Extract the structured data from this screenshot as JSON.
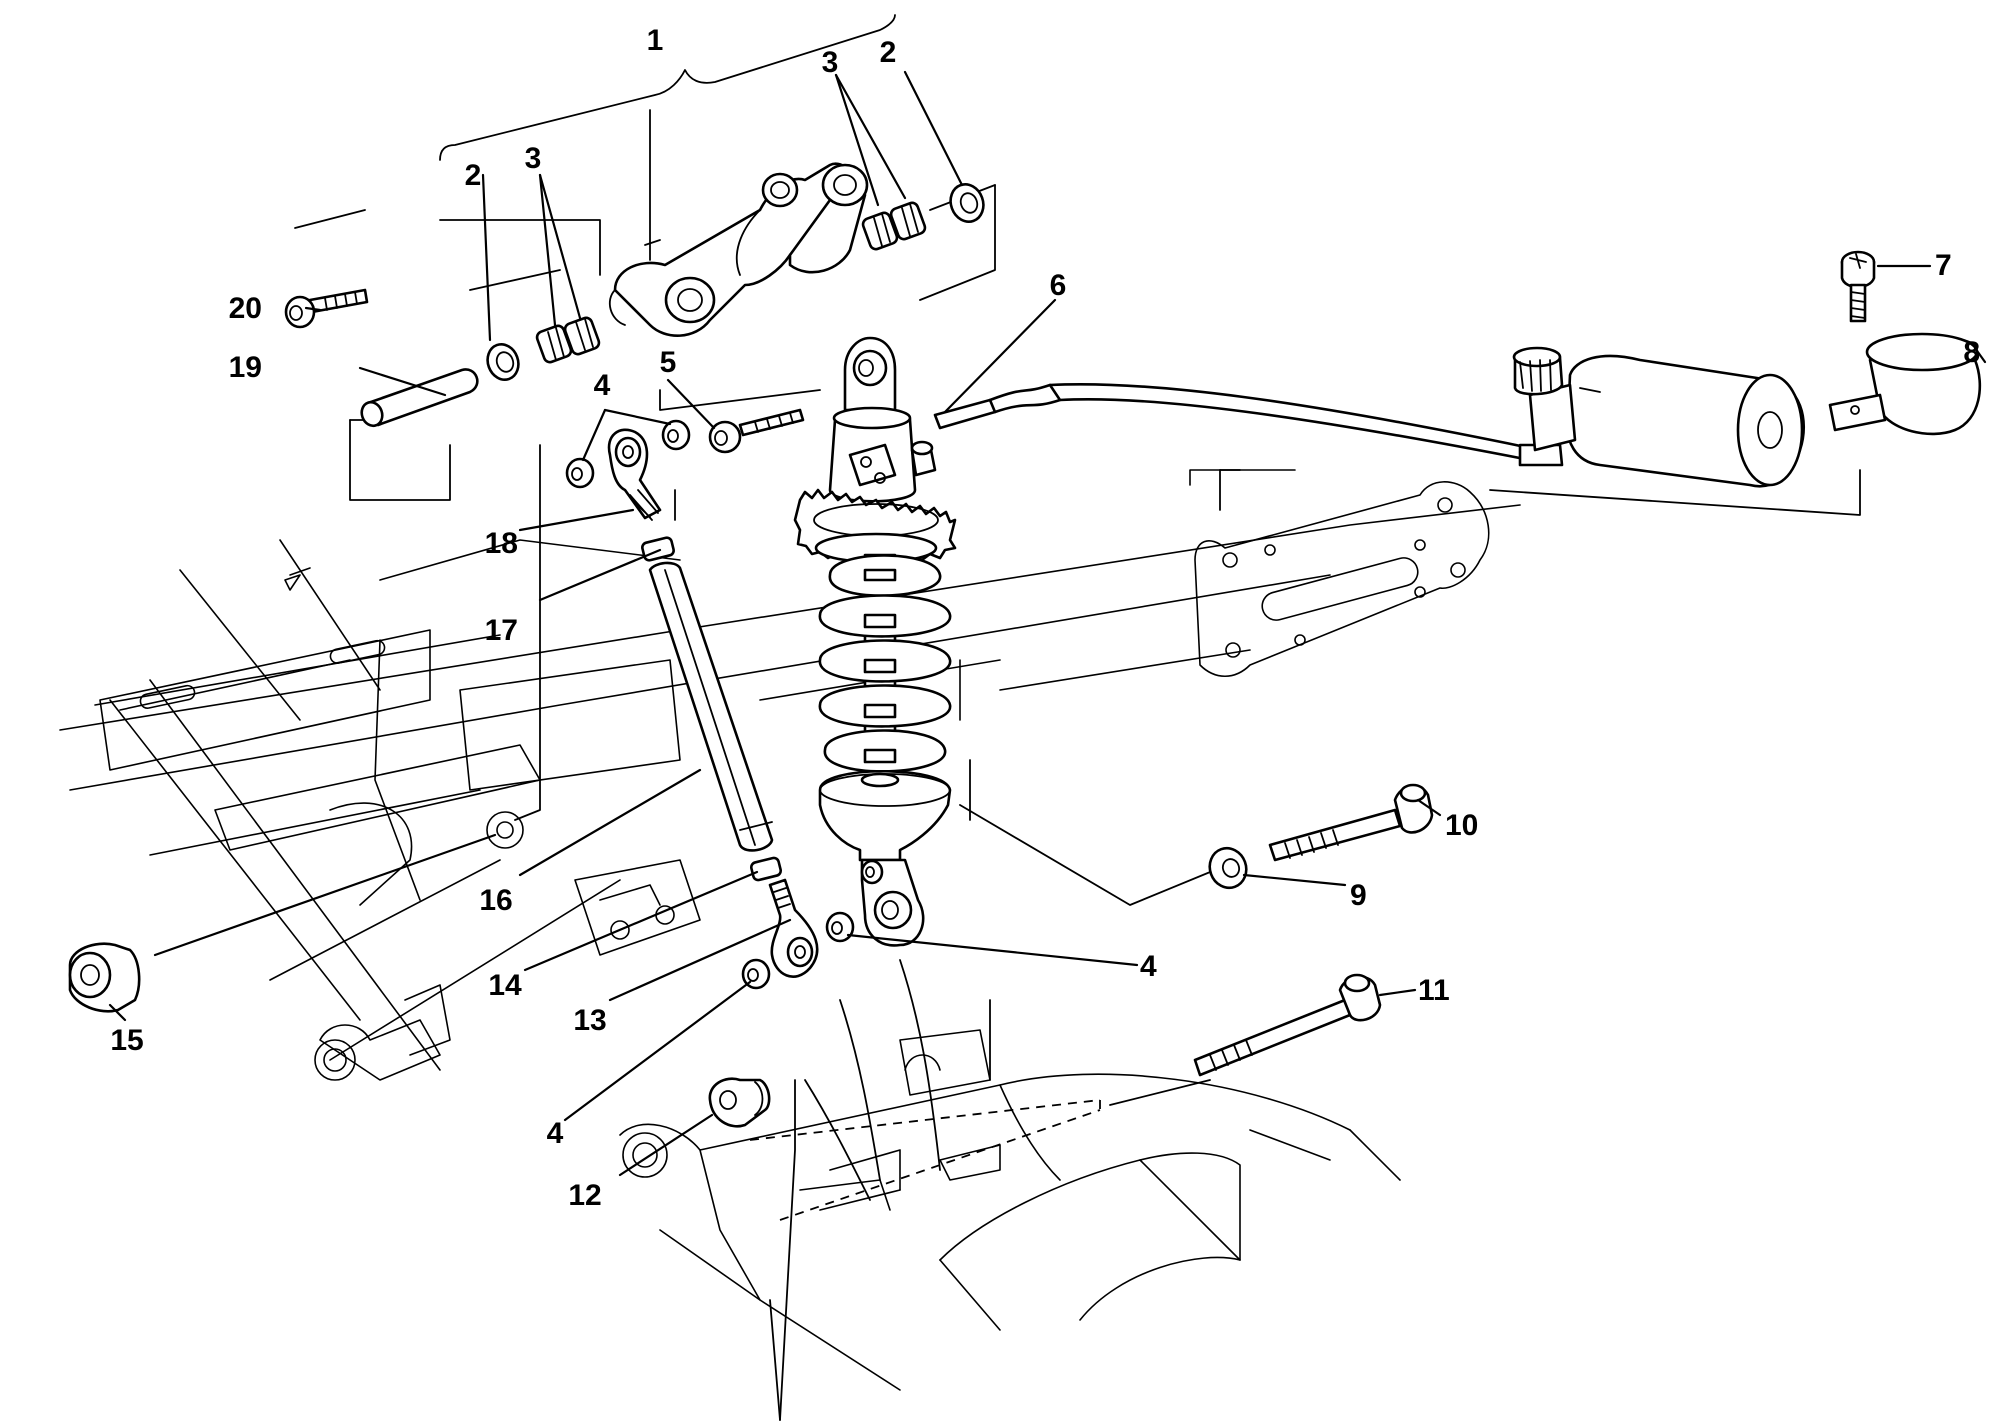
{
  "colors": {
    "line": "#000000",
    "background": "#ffffff"
  },
  "callouts": {
    "c1": "1",
    "c2a": "2",
    "c2b": "2",
    "c3a": "3",
    "c3b": "3",
    "c4a": "4",
    "c4b": "4",
    "c4c": "4",
    "c5": "5",
    "c6": "6",
    "c7": "7",
    "c8": "8",
    "c9": "9",
    "c10": "10",
    "c11": "11",
    "c12": "12",
    "c13": "13",
    "c14": "14",
    "c15": "15",
    "c16": "16",
    "c17": "17",
    "c18": "18",
    "c19": "19",
    "c20": "20"
  }
}
